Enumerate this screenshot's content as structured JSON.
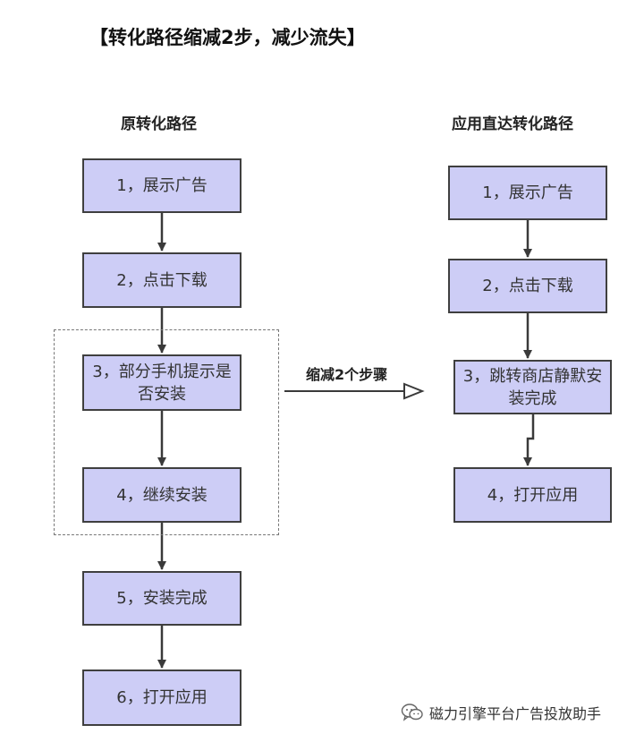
{
  "title": "【转化路径缩减2步，减少流失】",
  "left_column": {
    "title": "原转化路径",
    "steps": [
      "1，展示广告",
      "2，点击下载",
      "3，部分手机提示是否安装",
      "4，继续安装",
      "5，安装完成",
      "6，打开应用"
    ]
  },
  "right_column": {
    "title": "应用直达转化路径",
    "steps": [
      "1，展示广告",
      "2，点击下载",
      "3，跳转商店静默安装完成",
      "4，打开应用"
    ]
  },
  "reduce_label": "缩减2个步骤",
  "watermark": {
    "text": "磁力引擎平台广告投放助手",
    "icon": "wechat-icon"
  },
  "colors": {
    "box_fill": "#cdcdf6",
    "box_border": "#3f3f3f",
    "arrow": "#3a3a3a"
  }
}
